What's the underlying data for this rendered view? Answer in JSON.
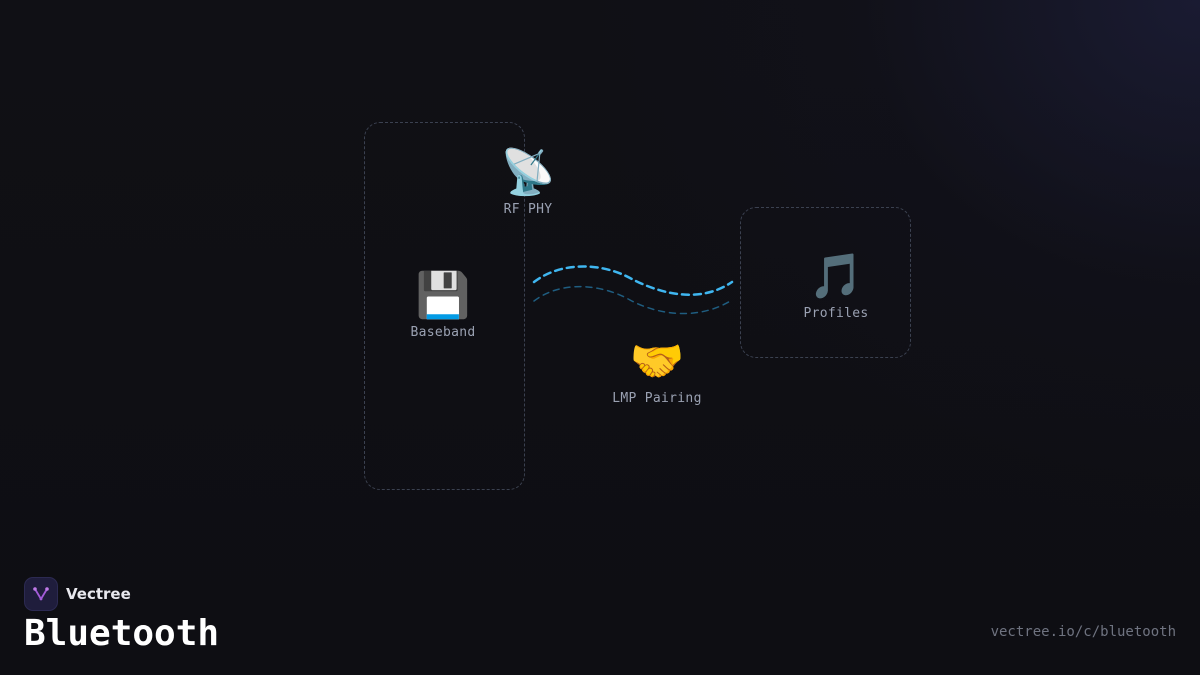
{
  "diagram": {
    "nodes": [
      {
        "id": "rf_phy",
        "icon": "satellite-antenna-icon",
        "glyph": "📡",
        "label": "RF PHY"
      },
      {
        "id": "baseband",
        "icon": "floppy-disk-icon",
        "glyph": "💾",
        "label": "Baseband"
      },
      {
        "id": "lmp_pairing",
        "icon": "handshake-icon",
        "glyph": "🤝",
        "label": "LMP Pairing"
      },
      {
        "id": "profiles",
        "icon": "musical-note-icon",
        "glyph": "🎵",
        "label": "Profiles"
      }
    ],
    "edges": [
      {
        "from": "baseband",
        "to": "profiles",
        "style": "dashed",
        "color": "#3fb6f0"
      },
      {
        "from": "baseband",
        "to": "profiles",
        "style": "dashed",
        "color": "#1f5d80"
      }
    ],
    "groups": [
      {
        "id": "group-left",
        "members": [
          "rf_phy",
          "baseband"
        ]
      },
      {
        "id": "group-right",
        "members": [
          "profiles"
        ]
      }
    ]
  },
  "brand": {
    "name": "Vectree",
    "logo_icon": "vectree-logo-icon",
    "logo_color": "#a35bd9"
  },
  "title": "Bluetooth",
  "url": "vectree.io/c/bluetooth",
  "colors": {
    "background": "#0e0e13",
    "group_border": "#3b4150",
    "label": "#9aa1b2",
    "link_primary": "#3fb6f0",
    "link_secondary": "#1f5d80"
  }
}
